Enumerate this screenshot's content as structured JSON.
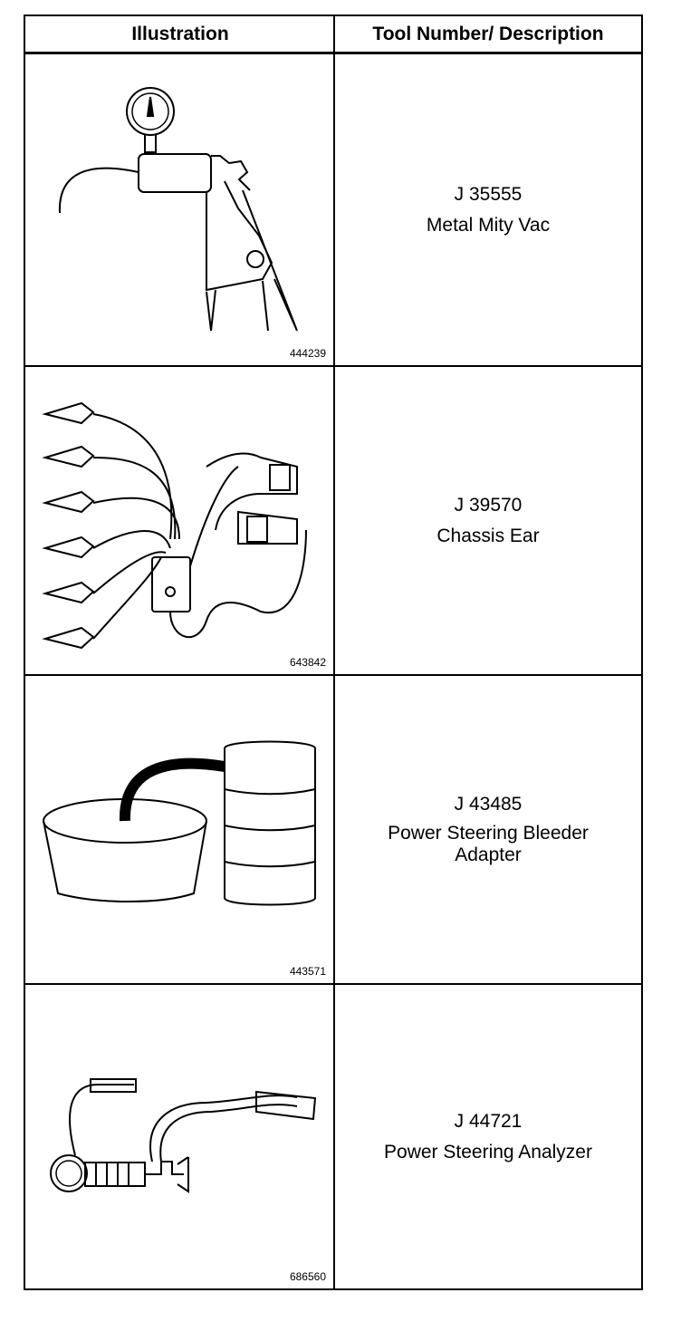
{
  "header": {
    "illustration": "Illustration",
    "tool_desc": "Tool Number/ Description"
  },
  "rows": [
    {
      "figure": "444239",
      "tool_number": "J 35555",
      "description": [
        "Metal Mity Vac"
      ]
    },
    {
      "figure": "643842",
      "tool_number": "J 39570",
      "description": [
        "Chassis Ear"
      ]
    },
    {
      "figure": "443571",
      "tool_number": "J 43485",
      "description": [
        "Power Steering Bleeder",
        "Adapter"
      ]
    },
    {
      "figure": "686560",
      "tool_number": "J 44721",
      "description": [
        "Power Steering Analyzer"
      ]
    }
  ],
  "icons": [
    "vacuum-pump-icon",
    "chassis-ear-icon",
    "bleeder-adapter-icon",
    "steering-analyzer-icon"
  ]
}
